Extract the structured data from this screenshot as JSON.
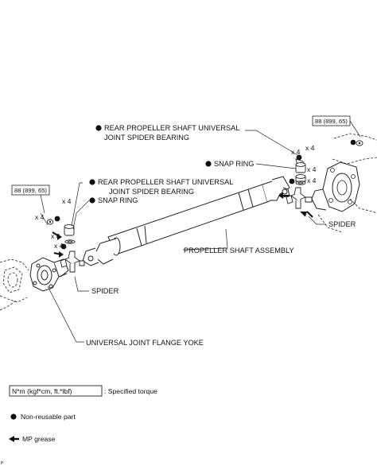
{
  "labels": {
    "rear_bearing_top_line1": "REAR PROPELLER SHAFT UNIVERSAL",
    "rear_bearing_top_line2": "JOINT SPIDER BEARING",
    "rear_bearing_left_line1": "REAR PROPELLER SHAFT UNIVERSAL",
    "rear_bearing_left_line2": "JOINT SPIDER BEARING",
    "snap_ring_right": "SNAP RING",
    "snap_ring_left": "SNAP RING",
    "spider_right": "SPIDER",
    "spider_left": "SPIDER",
    "propeller_shaft_assembly": "PROPELLER SHAFT ASSEMBLY",
    "universal_joint_flange_yoke": "UNIVERSAL JOINT FLANGE YOKE"
  },
  "torque_specs": {
    "right": "88 (899, 65)",
    "left": "88 (899, 65)"
  },
  "quantities": {
    "right_bolt": "x 4",
    "right_bearing": "x 4",
    "right_snap_ring": "x 4",
    "right_spider": "x 4",
    "left_bolt": "x 4",
    "left_bearing": "x 4",
    "left_snap_ring": "x 4",
    "left_spider": "x 4"
  },
  "legend": {
    "torque_box": "N*m (kgf*cm, ft.*lbf)",
    "torque_desc": ": Specified torque",
    "non_reusable": "Non-reusable part",
    "grease": "MP grease"
  },
  "corner_mark": "P"
}
